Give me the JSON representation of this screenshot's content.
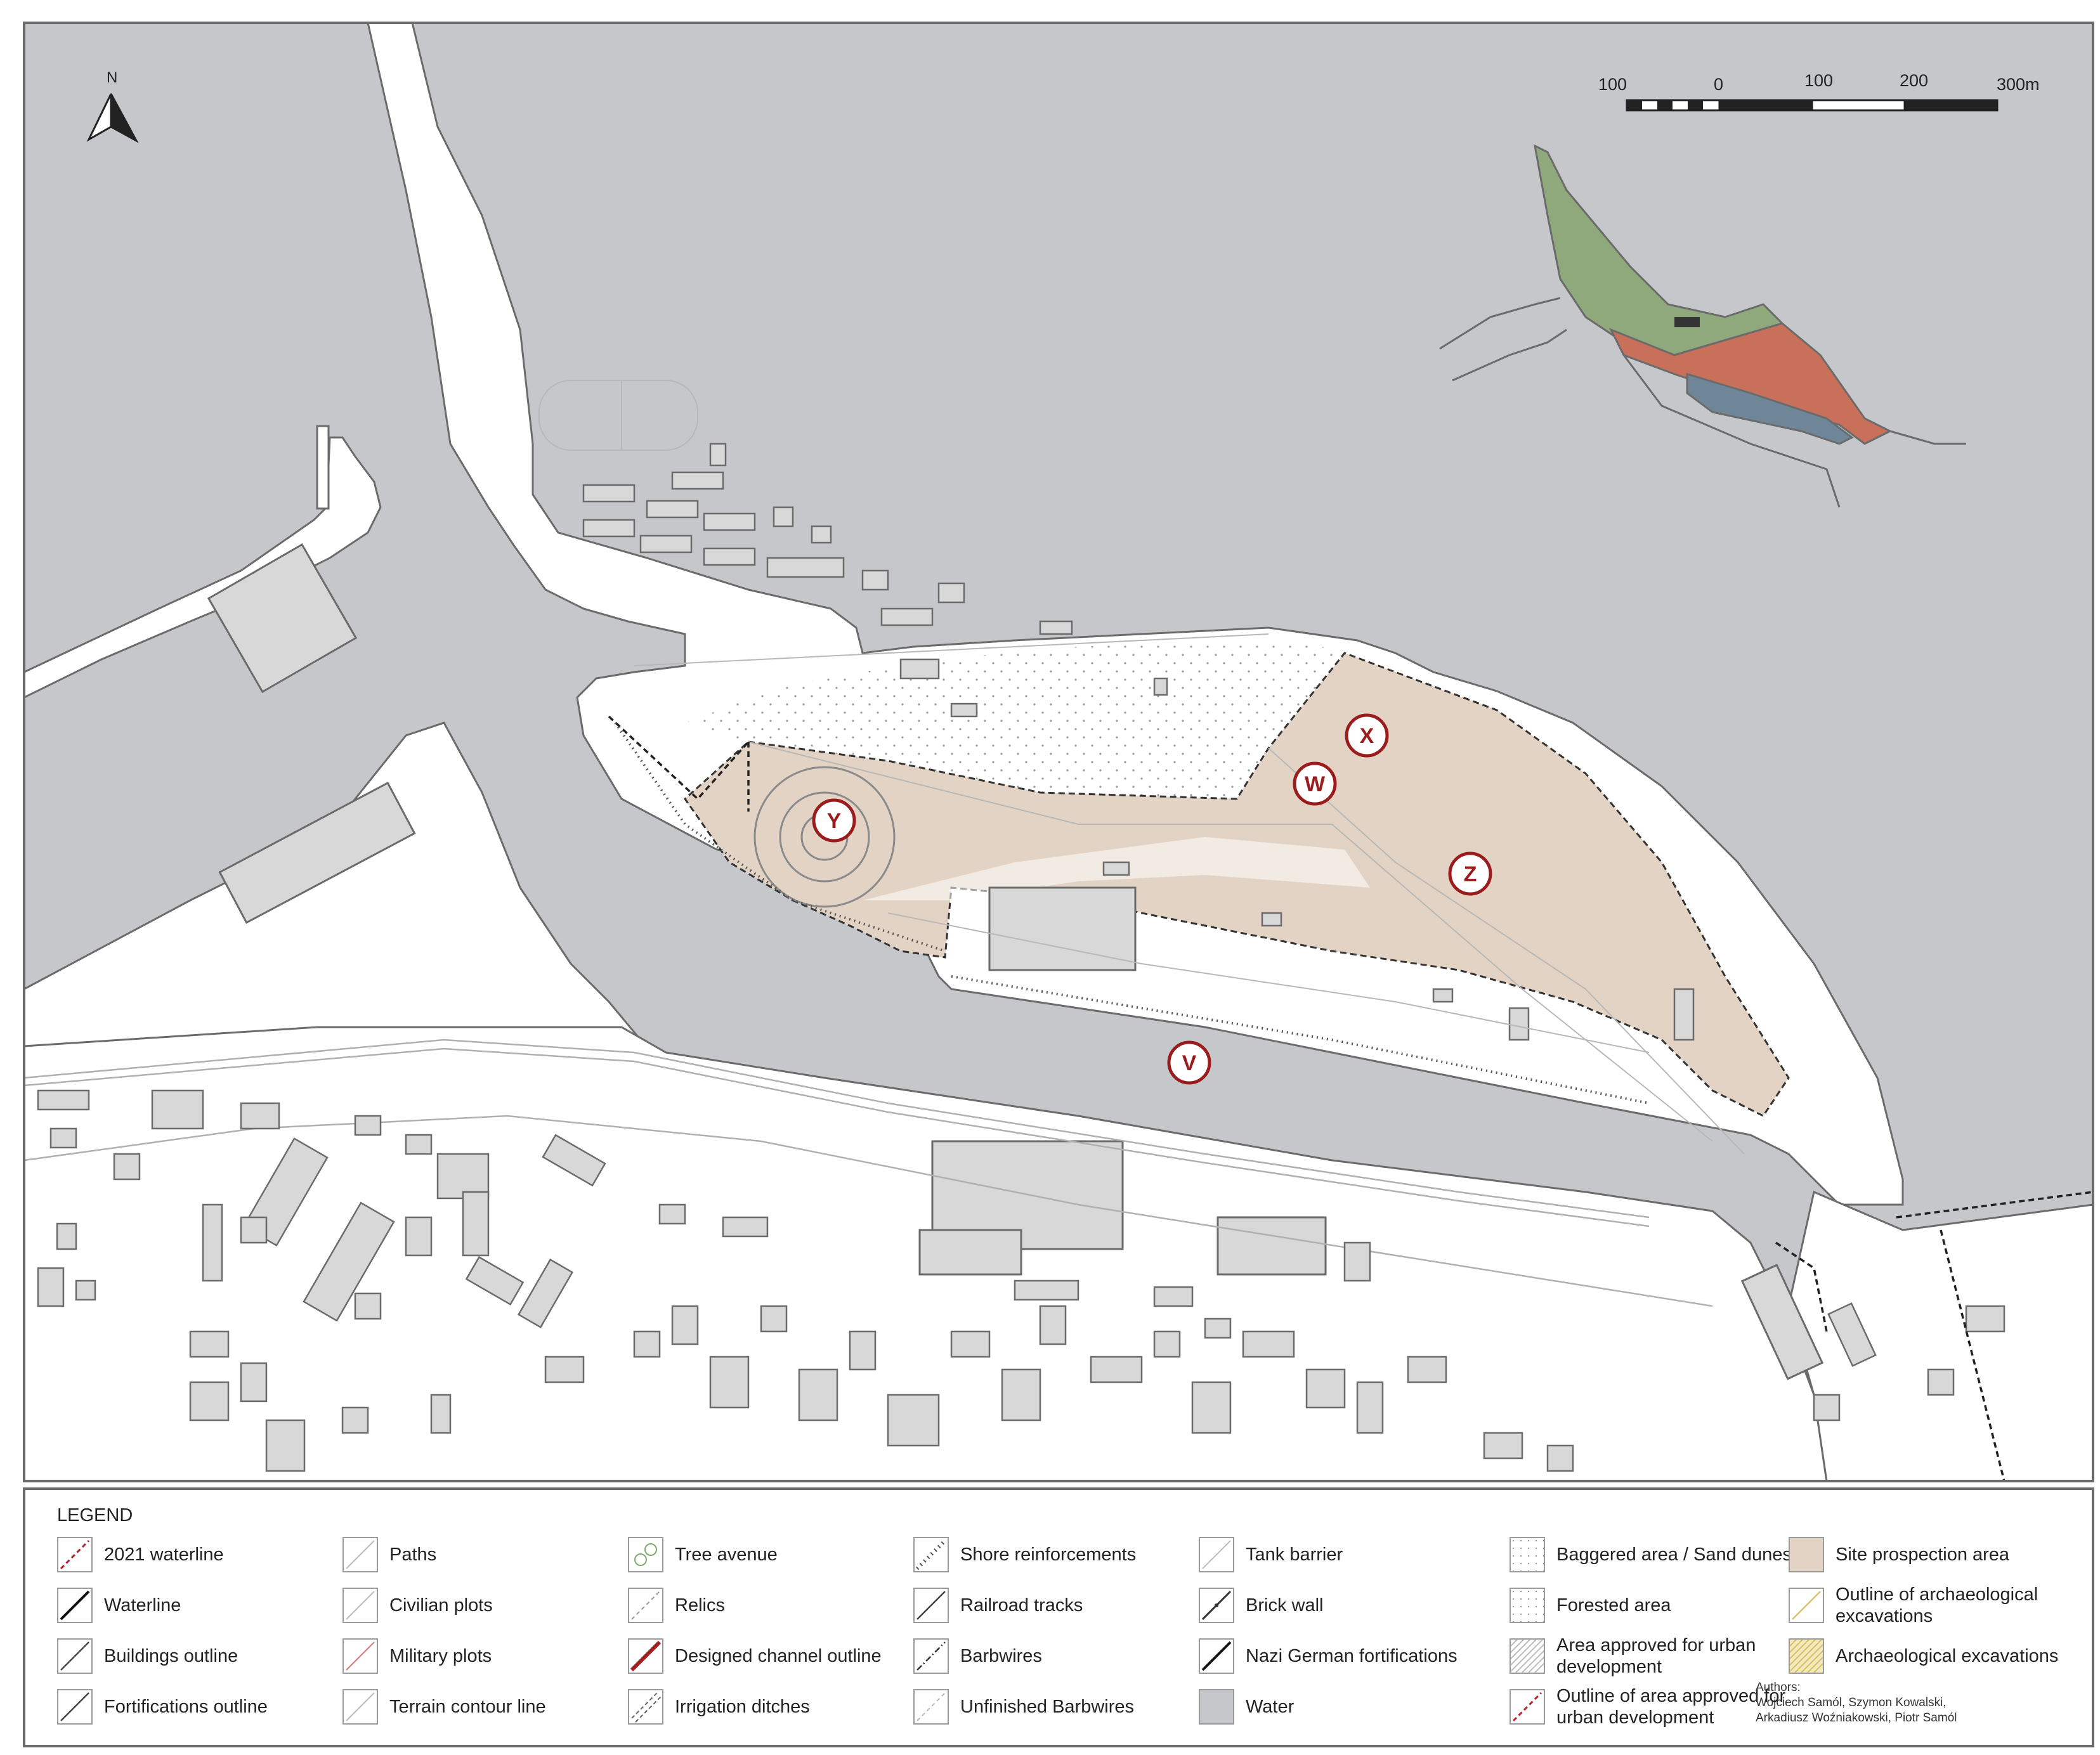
{
  "map": {
    "north_label": "N",
    "scale_labels": [
      "100",
      "0",
      "100",
      "200",
      "300m"
    ],
    "site_markers": [
      {
        "id": "V",
        "label": "V"
      },
      {
        "id": "W",
        "label": "W"
      },
      {
        "id": "X",
        "label": "X"
      },
      {
        "id": "Y",
        "label": "Y"
      },
      {
        "id": "Z",
        "label": "Z"
      }
    ]
  },
  "legend": {
    "title": "LEGEND",
    "items": [
      {
        "label": "2021 waterline",
        "icon": "dashed-red-line"
      },
      {
        "label": "Waterline",
        "icon": "black-line"
      },
      {
        "label": "Buildings outline",
        "icon": "dark-line"
      },
      {
        "label": "Fortifications outline",
        "icon": "dark-line"
      },
      {
        "label": "Paths",
        "icon": "light-line"
      },
      {
        "label": "Civilian plots",
        "icon": "light-line"
      },
      {
        "label": "Military plots",
        "icon": "red-line"
      },
      {
        "label": "Terrain contour line",
        "icon": "light-line"
      },
      {
        "label": "Tree avenue",
        "icon": "green-circles"
      },
      {
        "label": "Relics",
        "icon": "dashed-line"
      },
      {
        "label": "Designed channel outline",
        "icon": "thick-red-line"
      },
      {
        "label": "Irrigation ditches",
        "icon": "double-dashed-line"
      },
      {
        "label": "Shore reinforcements",
        "icon": "dotted-heavy-line"
      },
      {
        "label": "Railroad tracks",
        "icon": "dark-line"
      },
      {
        "label": "Barbwires",
        "icon": "dash-dot-line"
      },
      {
        "label": "Unfinished Barbwires",
        "icon": "light-dashed-line"
      },
      {
        "label": "Tank barrier",
        "icon": "light-line"
      },
      {
        "label": "Brick wall",
        "icon": "brick-wall-line"
      },
      {
        "label": "Nazi German fortifications",
        "icon": "black-line"
      },
      {
        "label": "Water",
        "icon": "grey-fill"
      },
      {
        "label": "Baggered area / Sand dunes",
        "icon": "dotted-fill"
      },
      {
        "label": "Forested area",
        "icon": "dotted-fill"
      },
      {
        "label": "Area approved for urban development",
        "icon": "hatched-fill"
      },
      {
        "label": "Outline of area approved for urban development",
        "icon": "dashed-red-line"
      },
      {
        "label": "Site prospection area",
        "icon": "beige-fill"
      },
      {
        "label": "Outline of archaeological excavations",
        "icon": "yellow-line"
      },
      {
        "label": "Archaeological excavations",
        "icon": "yellow-hatched-fill"
      }
    ],
    "authors_heading": "Authors:",
    "authors_line1": "Wojciech Samól, Szymon Kowalski,",
    "authors_line2": "Arkadiusz Woźniakowski, Piotr Samól"
  },
  "colors": {
    "water": "#c6c7ca",
    "land": "#ffffff",
    "prospection": "#e3d3c4",
    "red_marker": "#9a1c1c",
    "inset_green": "#8fa97d",
    "inset_red": "#c9705a",
    "inset_blue": "#6f8598"
  }
}
